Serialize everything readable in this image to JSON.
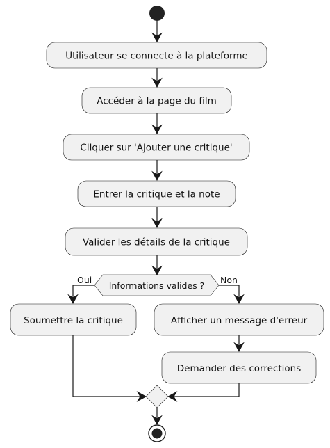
{
  "activities": {
    "login": "Utilisateur se connecte à la plateforme",
    "film_page": "Accéder à la page du film",
    "add_review": "Cliquer sur 'Ajouter une critique'",
    "enter_review": "Entrer la critique et la note",
    "validate": "Valider les détails de la critique",
    "submit": "Soumettre la critique",
    "error": "Afficher un message d'erreur",
    "corrections": "Demander des corrections"
  },
  "decision": {
    "label": "Informations valides ?",
    "yes": "Oui",
    "no": "Non"
  }
}
